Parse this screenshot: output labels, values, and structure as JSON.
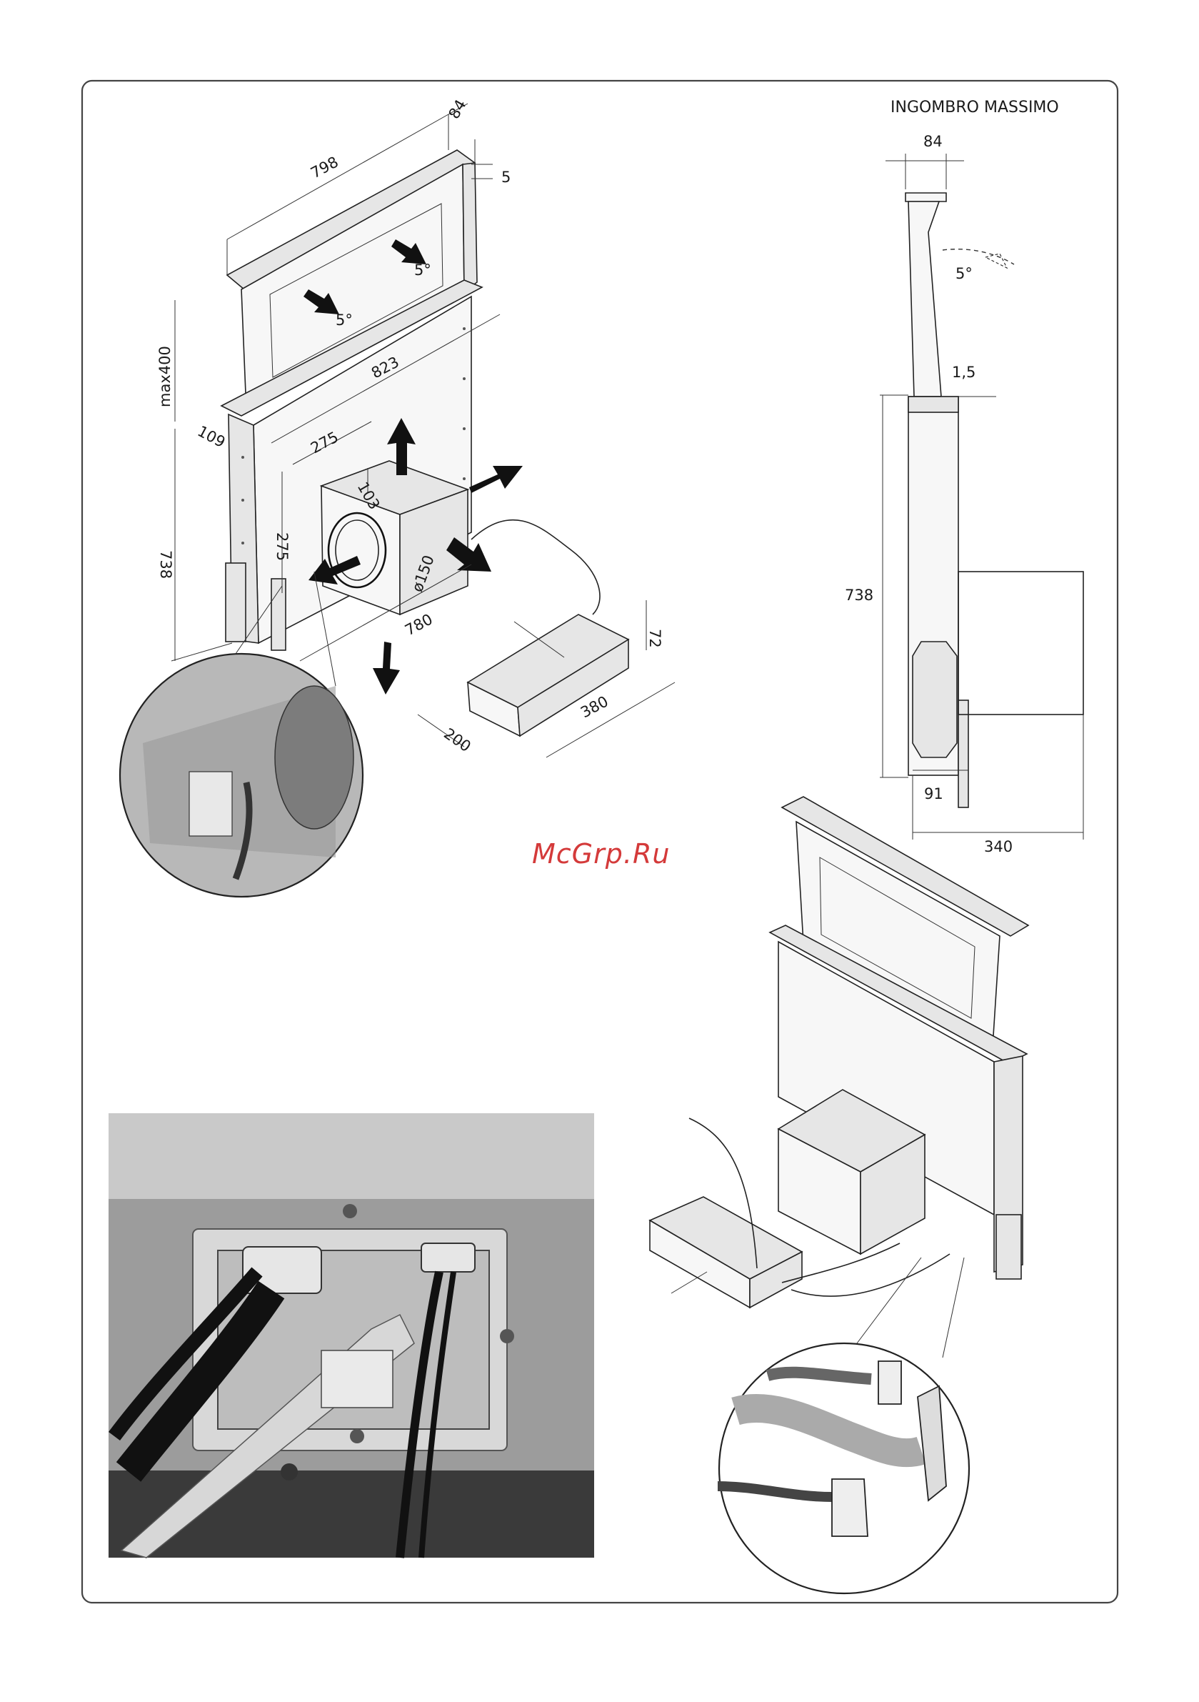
{
  "title": "INGOMBRO MASSIMO",
  "watermark": "McGrp.Ru",
  "main_dims": {
    "d798": "798",
    "d84": "84",
    "d5": "5",
    "d823": "823",
    "max400": "max400",
    "d109": "109",
    "d275a": "275",
    "d103": "103",
    "d275b": "275",
    "d738": "738",
    "d150": "ø150",
    "d780": "780",
    "d72": "72",
    "d200": "200",
    "d380": "380",
    "angle1": "5°",
    "angle2": "5°"
  },
  "side_dims": {
    "d84": "84",
    "angle": "5°",
    "d15": "1,5",
    "d738": "738",
    "d91": "91",
    "d340": "340"
  },
  "colors": {
    "line": "#222222",
    "watermark": "#d43a3a",
    "frame": "#444444"
  }
}
